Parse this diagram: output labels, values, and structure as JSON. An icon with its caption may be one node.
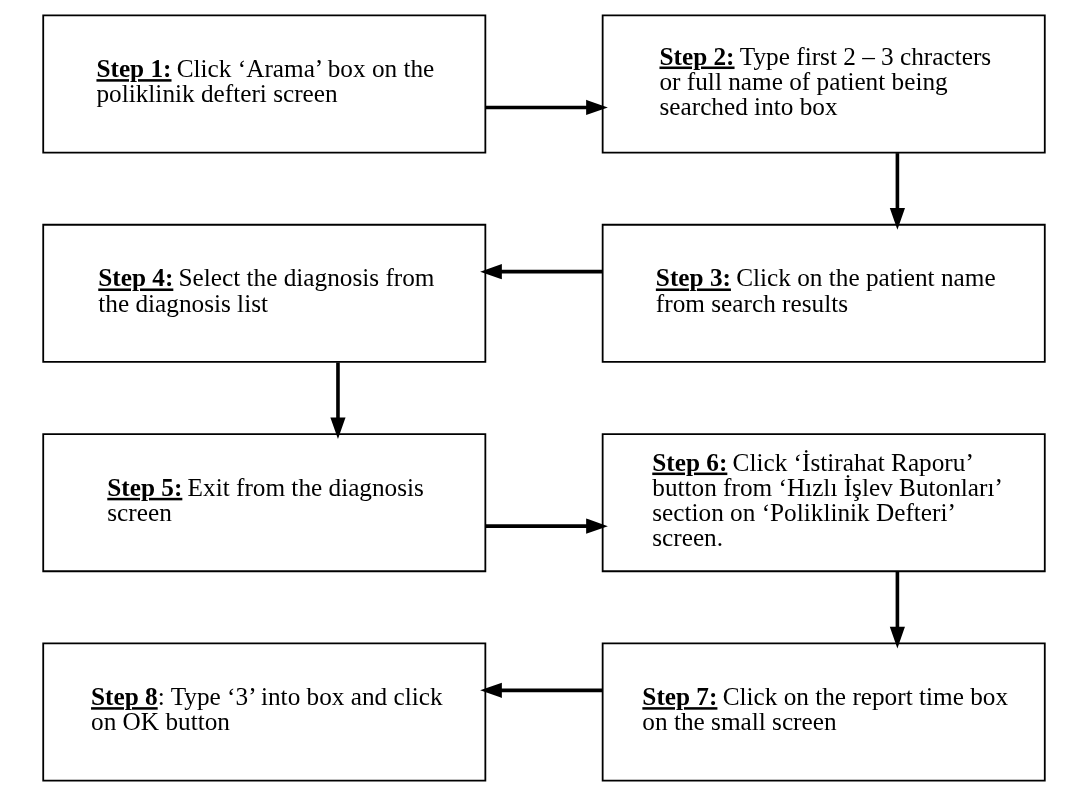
{
  "diagram": {
    "nodes": [
      {
        "text": [
          "**Step 1:** Click ‘Arama’ box on the poliklinik defteri screen"
        ]
      },
      {
        "text": [
          "**Step 2:** Type first 2 – 3 chracters or full name of patient being searched into box"
        ]
      },
      {
        "text": [
          "**Step 3:** Click on the patient name from search results"
        ]
      },
      {
        "text": [
          "**Step 4:** Select the diagnosis from the diagnosis list"
        ]
      },
      {
        "text": [
          "**Step 5:** Exit from the diagnosis screen"
        ]
      },
      {
        "text": [
          "**Step 6:** Click ‘İstirahat Raporu’ button from ‘Hızlı İşlev Butonları’ section on ‘Poliklinik Defteri’ screen."
        ]
      },
      {
        "text": [
          "**Step 7:** Click on the report time box on the small screen"
        ]
      },
      {
        "text": [
          "**Step 8**: Type ‘3’ into box and click on OK button"
        ]
      }
    ],
    "edges": [
      {
        "from": 0,
        "to": 1,
        "arrow": "to"
      },
      {
        "from": 1,
        "to": 2,
        "arrow": "to"
      },
      {
        "from": 2,
        "to": 3,
        "arrow": "to"
      },
      {
        "from": 3,
        "to": 4,
        "arrow": "to"
      },
      {
        "from": 4,
        "to": 5,
        "arrow": "to"
      },
      {
        "from": 5,
        "to": 6,
        "arrow": "to"
      },
      {
        "from": 6,
        "to": 7,
        "arrow": "to"
      }
    ]
  }
}
